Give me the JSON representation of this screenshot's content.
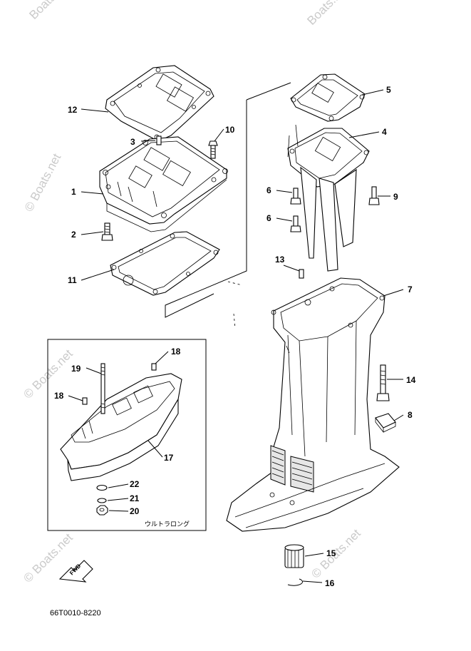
{
  "watermark": {
    "text": "Boats.net",
    "copyright_text": "© Boats.net"
  },
  "parts": [
    {
      "id": "p1",
      "label": "1"
    },
    {
      "id": "p2",
      "label": "2"
    },
    {
      "id": "p3",
      "label": "3"
    },
    {
      "id": "p4",
      "label": "4"
    },
    {
      "id": "p5",
      "label": "5"
    },
    {
      "id": "p6a",
      "label": "6"
    },
    {
      "id": "p6b",
      "label": "6"
    },
    {
      "id": "p7",
      "label": "7"
    },
    {
      "id": "p8",
      "label": "8"
    },
    {
      "id": "p9",
      "label": "9"
    },
    {
      "id": "p10",
      "label": "10"
    },
    {
      "id": "p11",
      "label": "11"
    },
    {
      "id": "p12",
      "label": "12"
    },
    {
      "id": "p13",
      "label": "13"
    },
    {
      "id": "p14",
      "label": "14"
    },
    {
      "id": "p15",
      "label": "15"
    },
    {
      "id": "p16",
      "label": "16"
    },
    {
      "id": "p17",
      "label": "17"
    },
    {
      "id": "p18a",
      "label": "18"
    },
    {
      "id": "p18b",
      "label": "18"
    },
    {
      "id": "p19",
      "label": "19"
    },
    {
      "id": "p20",
      "label": "20"
    },
    {
      "id": "p21",
      "label": "21"
    },
    {
      "id": "p22",
      "label": "22"
    }
  ],
  "inset_caption": "ウルトラロング",
  "fwd_label": "FWD",
  "diagram_code": "66T0010-8220"
}
